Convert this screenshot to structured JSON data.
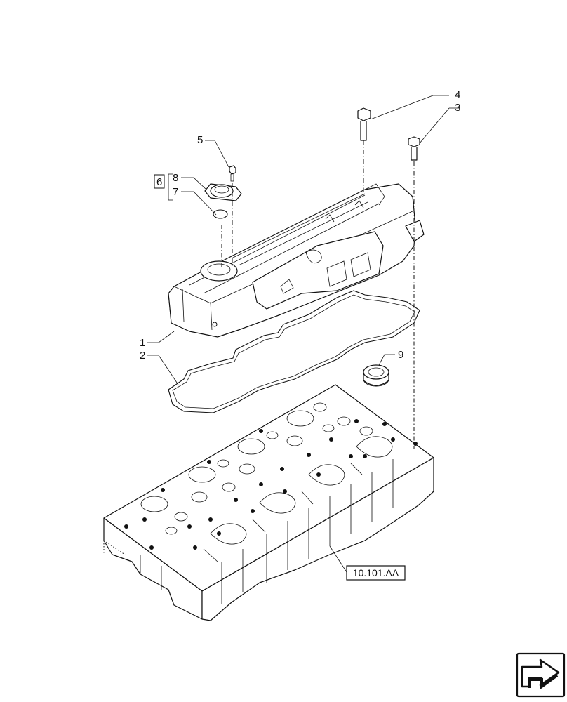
{
  "callouts": {
    "c1": "1",
    "c2": "2",
    "c3": "3",
    "c4": "4",
    "c5": "5",
    "c6": "6",
    "c7": "7",
    "c8": "8",
    "c9": "9"
  },
  "reference": {
    "label": "10.101.AA"
  },
  "icons": {
    "nav": "next-page-arrow-icon"
  }
}
